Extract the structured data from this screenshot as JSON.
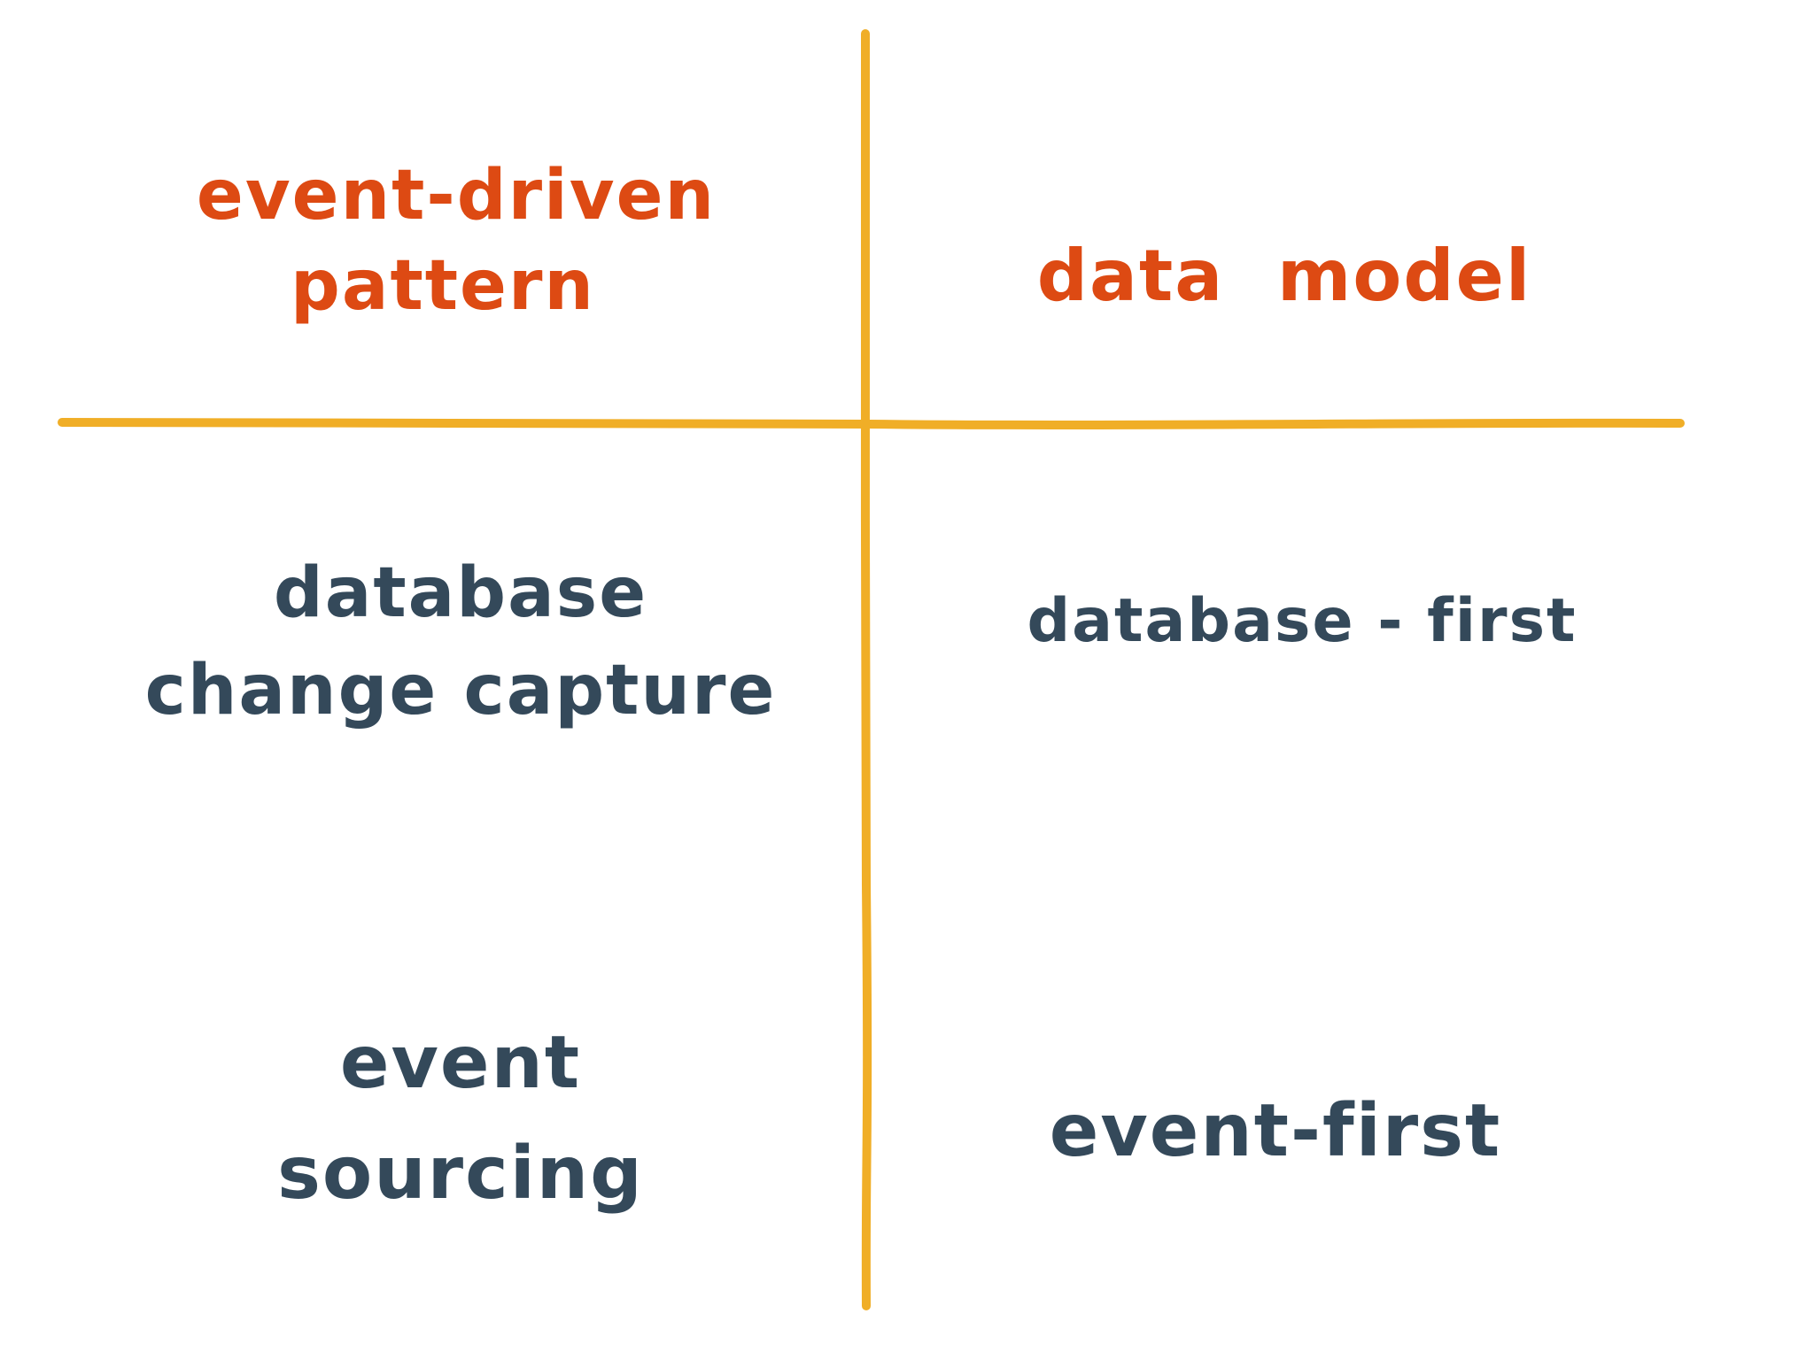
{
  "colors": {
    "divider": "#f0ae27",
    "header_text": "#dd4a13",
    "body_text": "#34495a",
    "background": "#ffffff"
  },
  "headers": {
    "left": {
      "line1": "event-driven",
      "line2": "pattern"
    },
    "right": {
      "line1": "data model"
    }
  },
  "cells": {
    "row1_left": {
      "line1": "database",
      "line2": "change capture"
    },
    "row1_right": {
      "line1": "database - first"
    },
    "row2_left": {
      "line1": "event",
      "line2": "sourcing"
    },
    "row2_right": {
      "line1": "event-first"
    }
  }
}
